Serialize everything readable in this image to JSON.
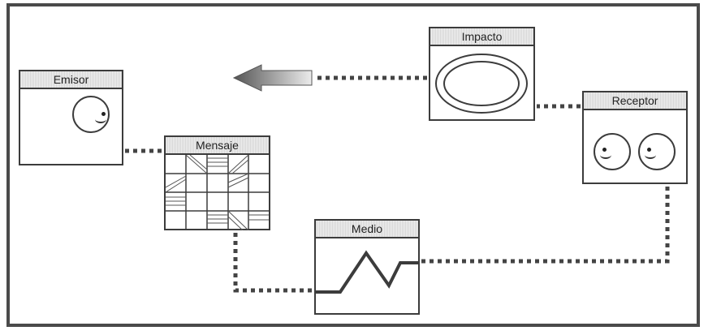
{
  "diagram": {
    "nodes": {
      "emisor": {
        "label": "Emisor"
      },
      "mensaje": {
        "label": "Mensaje"
      },
      "impacto": {
        "label": "Impacto"
      },
      "receptor": {
        "label": "Receptor"
      },
      "medio": {
        "label": "Medio"
      }
    },
    "edges": [
      {
        "from": "emisor",
        "to": "mensaje",
        "style": "dotted"
      },
      {
        "from": "mensaje",
        "to": "medio",
        "style": "dotted"
      },
      {
        "from": "medio",
        "to": "receptor",
        "style": "dotted"
      },
      {
        "from": "receptor",
        "to": "impacto",
        "style": "dotted"
      },
      {
        "from": "impacto",
        "to": "emisor",
        "style": "dotted-arrow"
      }
    ],
    "colors": {
      "border": "#3c3c3c",
      "dots": "#444444",
      "arrow_dark": "#5a5a5a",
      "arrow_light": "#e0e0e0"
    }
  }
}
